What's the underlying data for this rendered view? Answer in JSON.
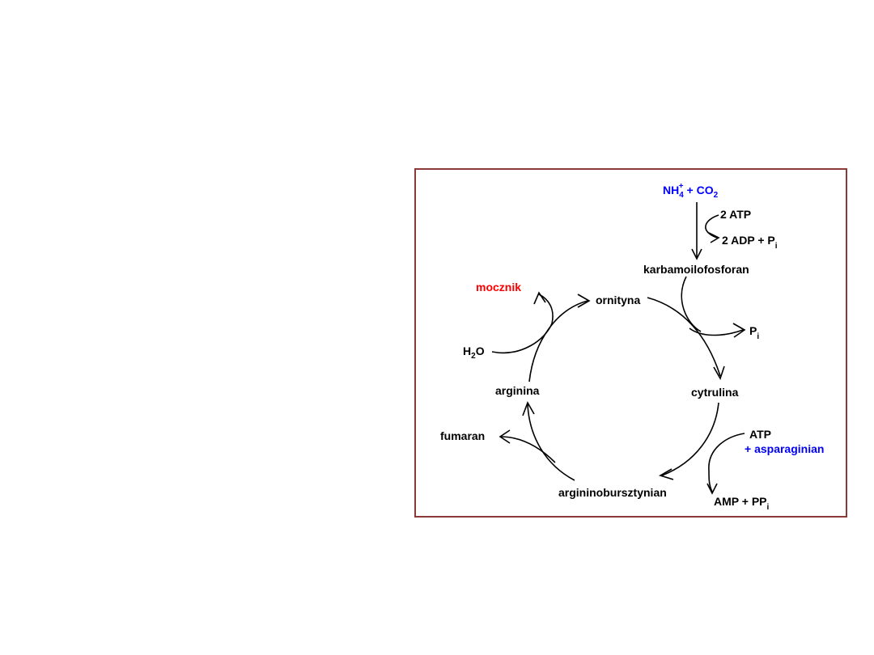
{
  "diagram": {
    "input": {
      "nh4": "NH",
      "nh4_sub": "4",
      "nh4_sup": "+",
      "plus_co2": " + CO",
      "co2_sub": "2"
    },
    "step1": {
      "in": "2 ATP",
      "out": "2 ADP + P",
      "out_sub": "i"
    },
    "nodes": {
      "karbamoilofosforan": "karbamoilofosforan",
      "ornityna": "ornityna",
      "cytrulina": "cytrulina",
      "argininobursztynian": "argininobursztynian",
      "arginina": "arginina"
    },
    "byproducts": {
      "pi": "P",
      "pi_sub": "i",
      "atp": "ATP",
      "asparaginian": "+ asparaginian",
      "amp": "AMP + PP",
      "amp_sub": "i",
      "fumaran": "fumaran",
      "h2o_h": "H",
      "h2o_sub": "2",
      "h2o_o": "O",
      "mocznik": "mocznik"
    },
    "colors": {
      "input": "#0000ff",
      "asparaginian": "#0000ff",
      "mocznik": "#ff0000",
      "border": "#8b3a3a"
    }
  }
}
